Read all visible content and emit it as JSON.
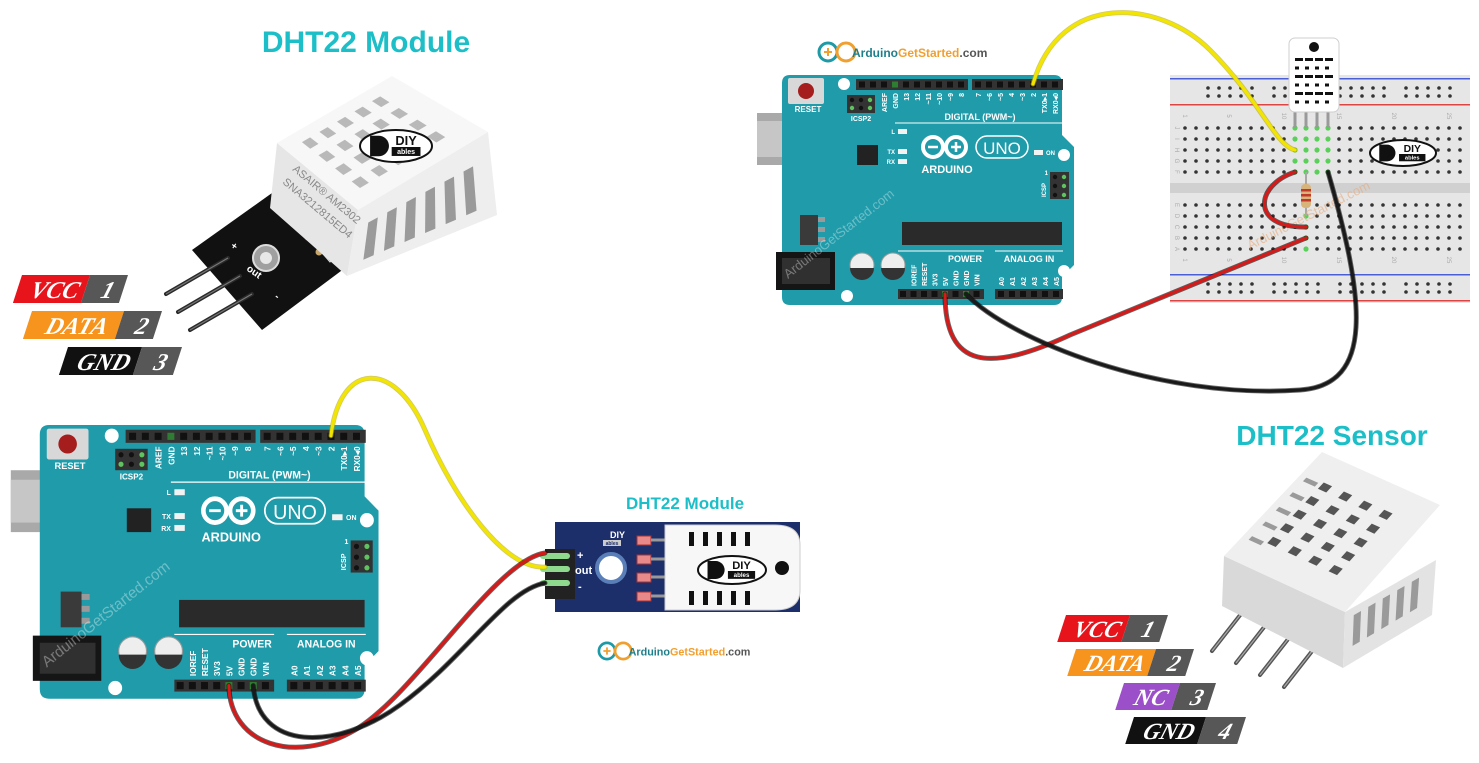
{
  "titles": {
    "module_top": "DHT22 Module",
    "module_small": "DHT22 Module",
    "sensor": "DHT22 Sensor"
  },
  "module_pins": [
    {
      "name": "VCC",
      "num": "1",
      "color": "#e8141b"
    },
    {
      "name": "DATA",
      "num": "2",
      "color": "#f7941d"
    },
    {
      "name": "GND",
      "num": "3",
      "color": "#111111"
    }
  ],
  "sensor_pins": [
    {
      "name": "VCC",
      "num": "1",
      "color": "#e8141b"
    },
    {
      "name": "DATA",
      "num": "2",
      "color": "#f7941d"
    },
    {
      "name": "NC",
      "num": "3",
      "color": "#9b4fc9"
    },
    {
      "name": "GND",
      "num": "4",
      "color": "#111111"
    }
  ],
  "module_board_labels": {
    "plus": "+",
    "out": "out",
    "minus": "-"
  },
  "sensor_markings": {
    "brand": "ASAIR®",
    "model": "AM2302",
    "serial": "SNA3212815ED4"
  },
  "diy_logo": {
    "top": "DIY",
    "bottom": "ables"
  },
  "site_logo": {
    "part1": "Arduino",
    "part2": "GetStarted",
    "part3": ".com"
  },
  "arduino": {
    "reset": "RESET",
    "icsp2": "ICSP2",
    "digital_header1_labels": [
      "",
      "",
      "AREF",
      "GND",
      "13",
      "12",
      "~11",
      "~10",
      "~9",
      "8"
    ],
    "digital_header2_labels": [
      "7",
      "~6",
      "~5",
      "4",
      "~3",
      "2",
      "TX0▸1",
      "RX0◂0"
    ],
    "digital_title": "DIGITAL (PWM~)",
    "led_l": "L",
    "led_tx": "TX",
    "led_rx": "RX",
    "led_on": "ON",
    "brand": "ARDUINO",
    "model": "UNO",
    "icsp": "ICSP",
    "icsp_pin1": "1",
    "power_title": "POWER",
    "analog_title": "ANALOG IN",
    "power_pins": [
      "",
      "IOREF",
      "RESET",
      "3V3",
      "5V",
      "GND",
      "GND",
      "VIN"
    ],
    "analog_pins": [
      "A0",
      "A1",
      "A2",
      "A3",
      "A4",
      "A5"
    ],
    "watermark": "ArduinoGetStarted.com"
  },
  "breadboard": {
    "row_labels": [
      "J",
      "I",
      "H",
      "G",
      "F",
      "E",
      "D",
      "C",
      "B",
      "A"
    ],
    "column_labels": [
      {
        "col": 1,
        "label": "1"
      },
      {
        "col": 5,
        "label": "5"
      },
      {
        "col": 10,
        "label": "10"
      },
      {
        "col": 15,
        "label": "15"
      },
      {
        "col": 20,
        "label": "20"
      },
      {
        "col": 25,
        "label": "25"
      }
    ],
    "watermark": "ArduinoGetStarted.com"
  },
  "colors": {
    "title": "#1cbfc7",
    "board": "#1f9baa",
    "wire_vcc": "#d61a1a",
    "wire_data": "#f2e600",
    "wire_gnd": "#1a1a1a",
    "module_pcb": "#1c2f6b"
  }
}
